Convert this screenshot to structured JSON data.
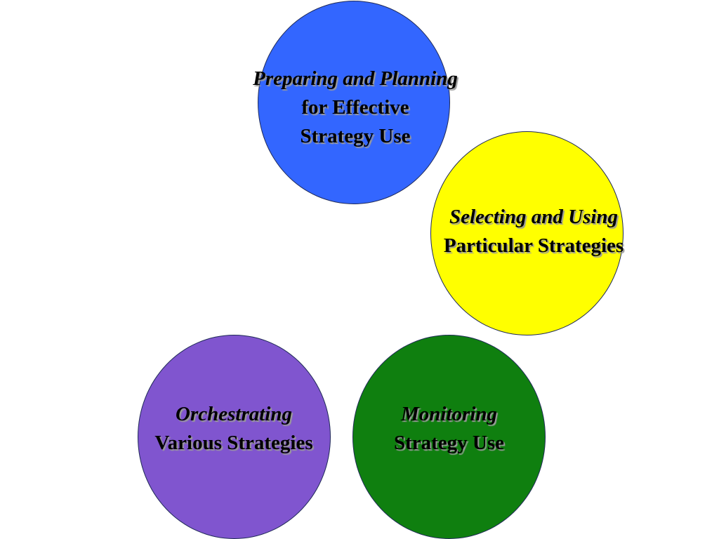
{
  "colors": {
    "blue": "#3366ff",
    "yellow": "#ffff00",
    "purple": "#8055cf",
    "green": "#0f7f0f"
  },
  "nodes": {
    "planning": {
      "italic": "Preparing and Planning",
      "line2": "for Effective",
      "line3": "Strategy Use"
    },
    "selecting": {
      "italic": "Selecting and Using",
      "line2": "Particular Strategies"
    },
    "orchestrating": {
      "italic": "Orchestrating",
      "line2": "Various Strategies"
    },
    "monitoring": {
      "italic": "Monitoring",
      "line2": "Strategy Use"
    }
  }
}
